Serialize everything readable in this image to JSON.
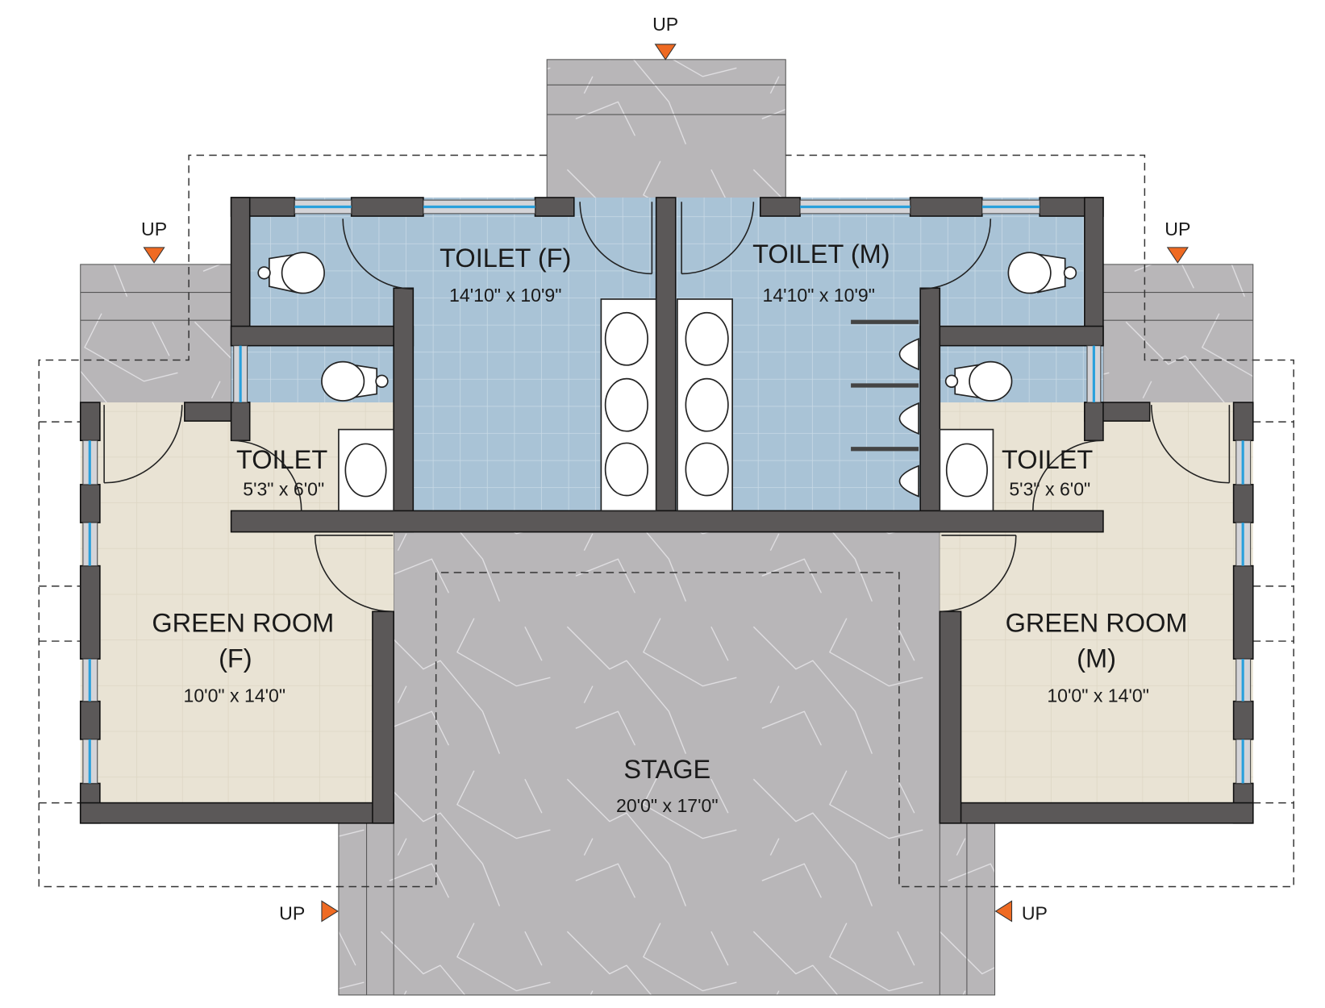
{
  "plan": {
    "rooms": {
      "toilet_f": {
        "name": "TOILET (F)",
        "size": "14'10\" x 10'9\""
      },
      "toilet_m": {
        "name": "TOILET (M)",
        "size": "14'10\" x 10'9\""
      },
      "toilet_small_left": {
        "name": "TOILET",
        "size": "5'3\" x 6'0\""
      },
      "toilet_small_right": {
        "name": "TOILET",
        "size": "5'3\" x 6'0\""
      },
      "green_room_f": {
        "name": "GREEN ROOM",
        "suffix": "(F)",
        "size": "10'0\" x 14'0\""
      },
      "green_room_m": {
        "name": "GREEN ROOM",
        "suffix": "(M)",
        "size": "10'0\" x 14'0\""
      },
      "stage": {
        "name": "STAGE",
        "size": "20'0\" x 17'0\""
      }
    },
    "stairs": {
      "top": "UP",
      "left": "UP",
      "right": "UP",
      "bottom_left": "UP",
      "bottom_right": "UP"
    },
    "colors": {
      "wall": "#5b5858",
      "toilet_floor": "#a9c3d6",
      "green_room_floor": "#e9e3d4",
      "marble": "#b8b6b8",
      "stair_arrow": "#ef6a22",
      "window_glass": "#2aa0dc"
    }
  }
}
